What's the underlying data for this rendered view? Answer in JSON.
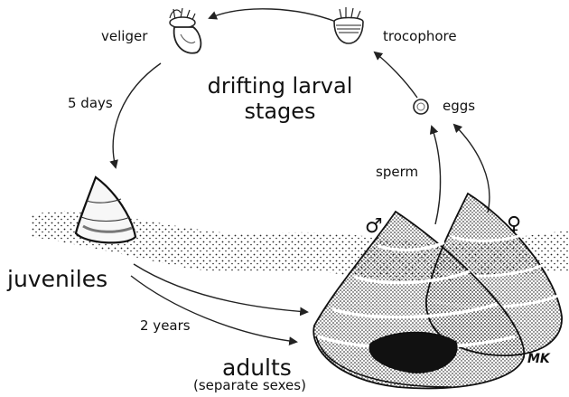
{
  "labels": {
    "veliger": "veliger",
    "trocophore": "trocophore",
    "eggs": "eggs",
    "sperm": "sperm",
    "five_days": "5 days",
    "two_years": "2 years",
    "center_title_line1": "drifting larval",
    "center_title_line2": "stages",
    "juveniles": "juveniles",
    "adults": "adults",
    "separate_sexes": "(separate  sexes)",
    "male_symbol": "♂",
    "female_symbol": "♀",
    "signature": "MK"
  }
}
